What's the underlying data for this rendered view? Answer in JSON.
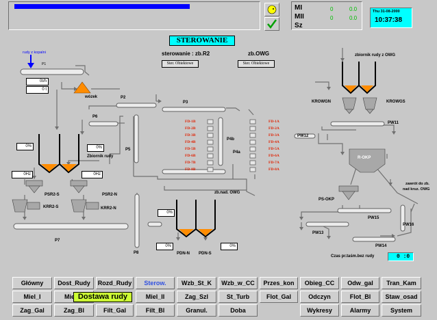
{
  "header": {
    "progress_fill": 0.9,
    "mi_labels": [
      "MI",
      "MII",
      "Sz"
    ],
    "mi_values": [
      [
        "0",
        "0.0"
      ],
      [
        "0",
        "0.0"
      ]
    ],
    "date": "Thu 31-08-2000",
    "time": "10:37:38"
  },
  "title": "STEROWANIE",
  "controls": {
    "sterowanie_label": "sterowanie : zb.R2",
    "zb_owg_label": "zb.OWG",
    "ster_obiektowe_1": "Ster. Obiektowe",
    "ster_obiektowe_2": "Ster. Obiektowe"
  },
  "labels": {
    "rudy_z_kopalni": "rudy z kopalni",
    "p1": "P1",
    "wozek": "wózek",
    "p2": "P2",
    "p3": "P3",
    "p4b": "P4b",
    "p4a": "P4a",
    "p5": "P5",
    "p6": "P6",
    "p7": "P7",
    "p8": "P8",
    "zbiornik_rudy": "Zbiornik rudy",
    "psr2s": "PSR2-S",
    "krr2s": "KRR2-S",
    "psr2n": "PSR2-N",
    "krr2n": "KRR2-N",
    "zb_nad_owg": "zb.nad. OWG",
    "pdn_n": "PDN-N",
    "pdn_s": "PDN-S",
    "zbiornik_owg": "zbiornik rudy z OWG",
    "krowgn": "KROWGN",
    "krowgs": "KROWGS",
    "pw11": "PW11",
    "pw12": "PW12",
    "rokp": "R-OKP",
    "zawrot": "zawrót do zb.",
    "zawrot2": "nad kruz. OWG",
    "ps_okp": "PS-OKP",
    "pw15": "PW15",
    "pw16": "PW16",
    "pw13": "PW13",
    "pw14": "PW14",
    "czas": "Czas pr.taśm.bez rudy",
    "czas_value": "0 :0"
  },
  "values": {
    "th_value": "0t/h",
    "t_value": "0 t",
    "pct_left": "0%",
    "pct_right": "0%",
    "hz_left": "0Hz",
    "hz_right": "0Hz",
    "pct_owg1": "0%",
    "pct_owg2": "0%",
    "pct_owg3": "0%"
  },
  "fd_left": [
    "FD-1B",
    "FD-2B",
    "FD-3B",
    "FD-4B",
    "FD-5B",
    "FD-6B",
    "FD-7B",
    "FD-8B"
  ],
  "fd_right": [
    "FD-1A",
    "FD-2A",
    "FD-3A",
    "FD-4A",
    "FD-5A",
    "FD-6A",
    "FD-7A",
    "FD-8A"
  ],
  "nav": {
    "row1": [
      "Główny",
      "Dost_Rudy",
      "Rozd_Rudy",
      "Sterow.",
      "Wzb_St_K",
      "Wzb_w_CC",
      "Przes_kon",
      "Obieg_CC",
      "Odw_gal",
      "Tran_Kam"
    ],
    "row2": [
      "Miel_I",
      "Mie",
      "",
      "Miel_II",
      "Zag_Szl",
      "St_Turb",
      "Flot_Gal",
      "Odczyn",
      "Flot_Bl",
      "Staw_osad"
    ],
    "row3": [
      "Zag_Gal",
      "Zag_Bl",
      "Filt_Gal",
      "Filt_Bl",
      "Granul.",
      "Doba",
      "",
      "Wykresy",
      "Alarmy",
      "System"
    ],
    "tooltip": "Dostawa rudy"
  },
  "colors": {
    "accent_cyan": "#00ffff",
    "progress_blue": "#0000ff",
    "hopper_orange": "#ff8c00",
    "fd_red": "#e02000"
  }
}
